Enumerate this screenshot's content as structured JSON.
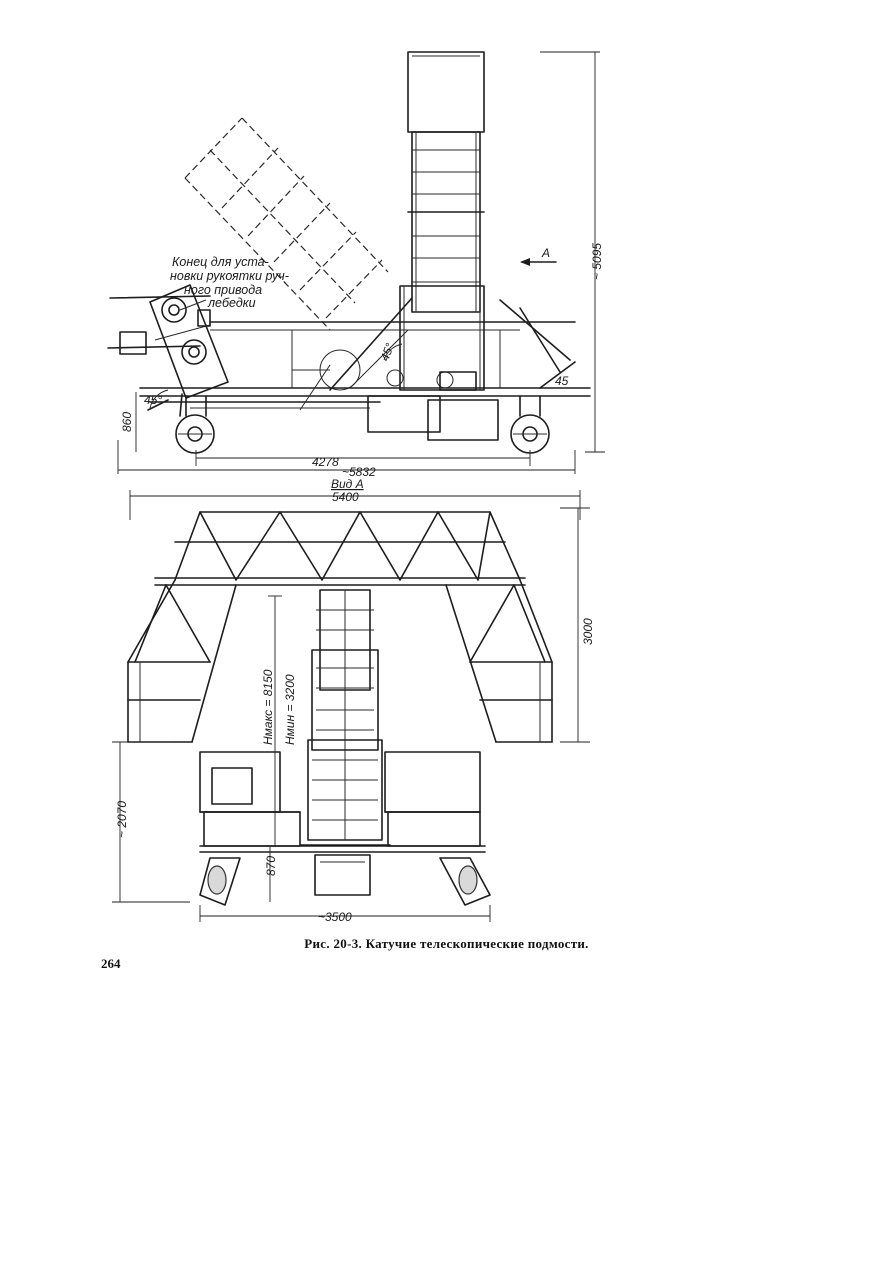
{
  "figure": {
    "caption": "Рис. 20-3. Катучие телескопические подмости.",
    "page_number": "264"
  },
  "side_view": {
    "note_lines": [
      "Конец для уста-",
      "новки рукоятки руч-",
      "ного привода",
      "лебедки"
    ],
    "view_arrow_label": "A",
    "dimensions": {
      "height_total": "~ 5095",
      "height_base": "860",
      "length_wheelbase": "4278",
      "length_total": "~5832",
      "angle_left": "45°",
      "angle_center": "45°",
      "angle_right": "45"
    }
  },
  "front_view": {
    "title": "Вид А",
    "dimensions": {
      "width_top": "5400",
      "height_top": "3000",
      "h_max": "Hмакс = 8150",
      "h_min": "Hмин = 3200",
      "height_lower": "~ 2070",
      "height_base": "870",
      "width_base": "~3500"
    }
  }
}
